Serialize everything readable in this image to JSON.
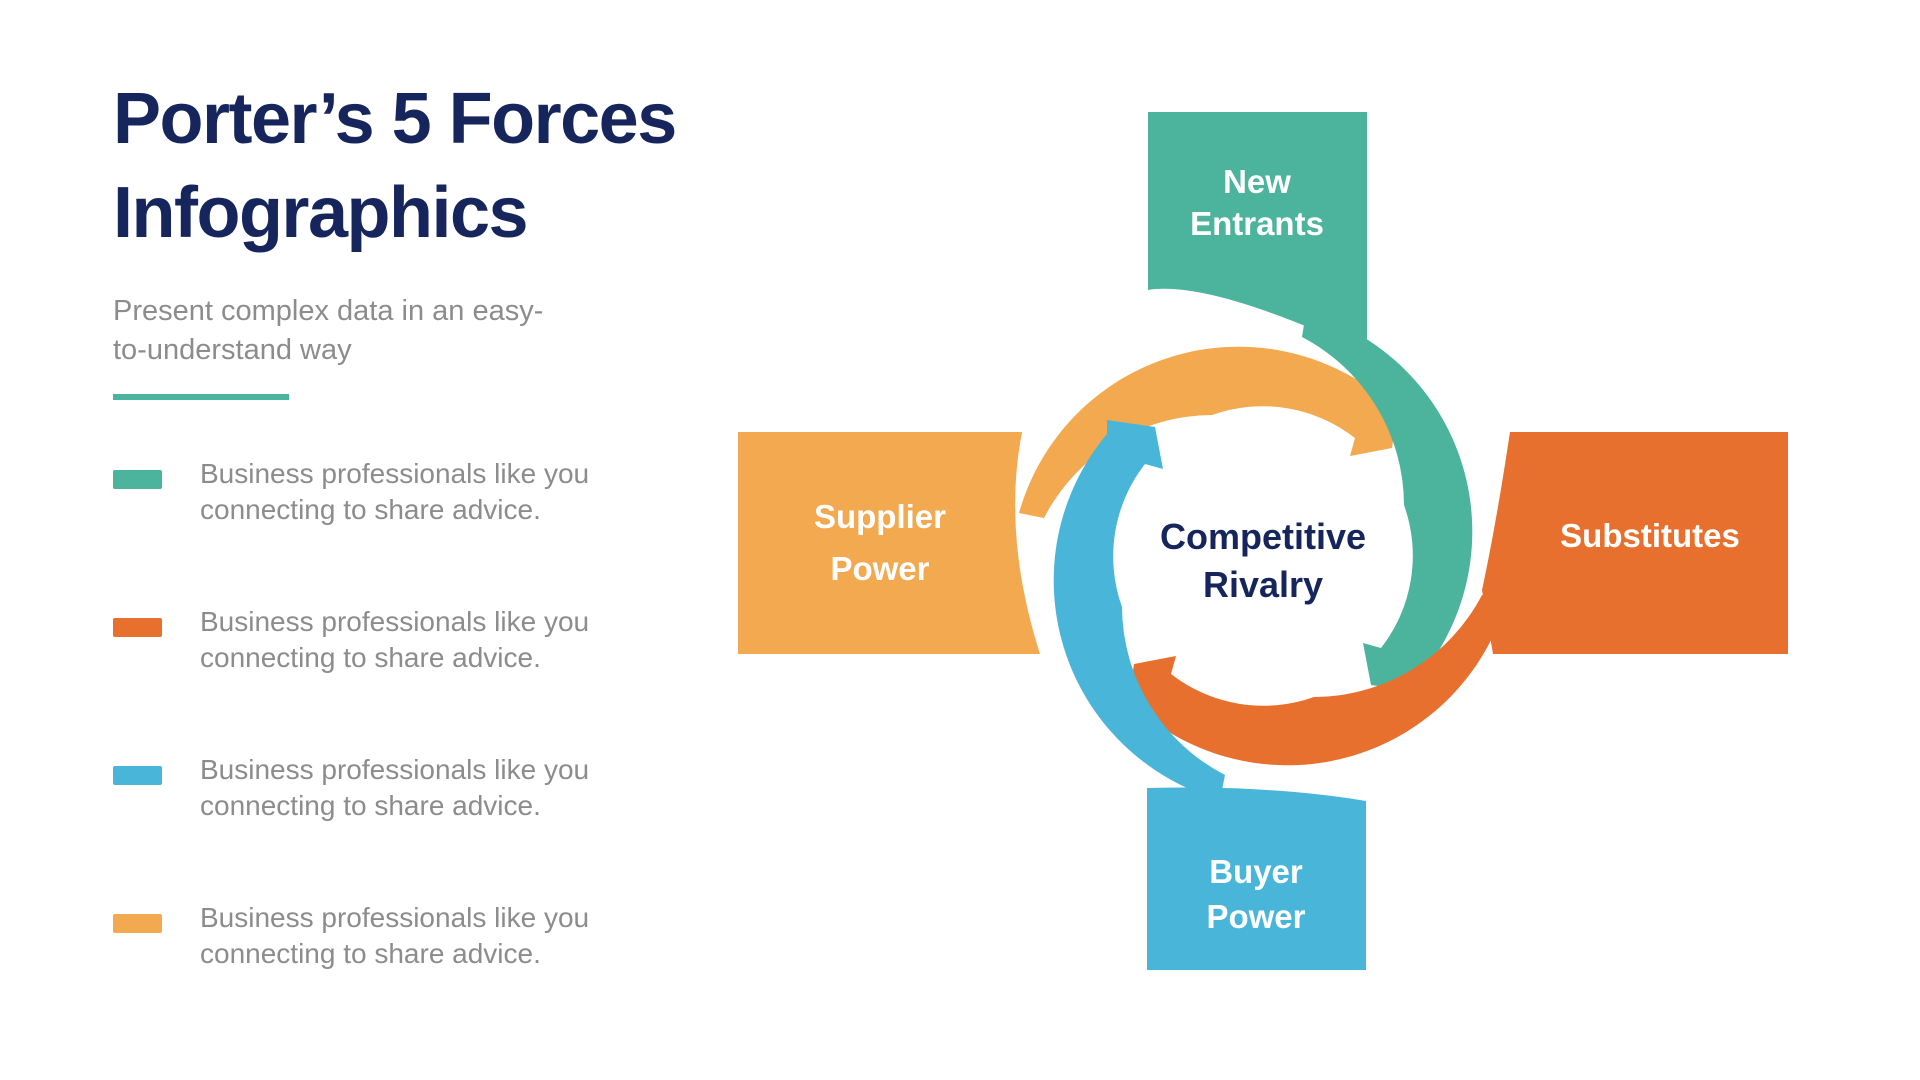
{
  "page": {
    "background": "#ffffff"
  },
  "header": {
    "title_line1": "Porter’s 5 Forces",
    "title_line2": "Infographics",
    "subtitle_line1": "Present complex data in an easy-",
    "subtitle_line2": "to-understand way",
    "title_color": "#16265C",
    "subtitle_color": "#8C8C8C",
    "divider_color": "#4CB49D"
  },
  "legend": {
    "items": [
      {
        "color": "#4CB49D",
        "text": "Business professionals like you connecting to share advice."
      },
      {
        "color": "#E8702E",
        "text": "Business professionals like you connecting to share advice."
      },
      {
        "color": "#49B6D9",
        "text": "Business professionals like you connecting to share advice."
      },
      {
        "color": "#F2A94F",
        "text": "Business professionals like you connecting to share advice."
      }
    ]
  },
  "diagram": {
    "center": {
      "line1": "Competitive",
      "line2": "Rivalry",
      "color": "#16265C"
    },
    "nodes": [
      {
        "id": "new-entrants",
        "label_line1": "New",
        "label_line2": "Entrants",
        "color": "#4CB49D"
      },
      {
        "id": "substitutes",
        "label_line1": "Substitutes",
        "label_line2": "",
        "color": "#E8702E"
      },
      {
        "id": "buyer-power",
        "label_line1": "Buyer",
        "label_line2": "Power",
        "color": "#49B6D9"
      },
      {
        "id": "supplier-power",
        "label_line1": "Supplier",
        "label_line2": "Power",
        "color": "#F2A94F"
      }
    ],
    "flow": "clockwise cycle of four arrows around Competitive Rivalry"
  }
}
